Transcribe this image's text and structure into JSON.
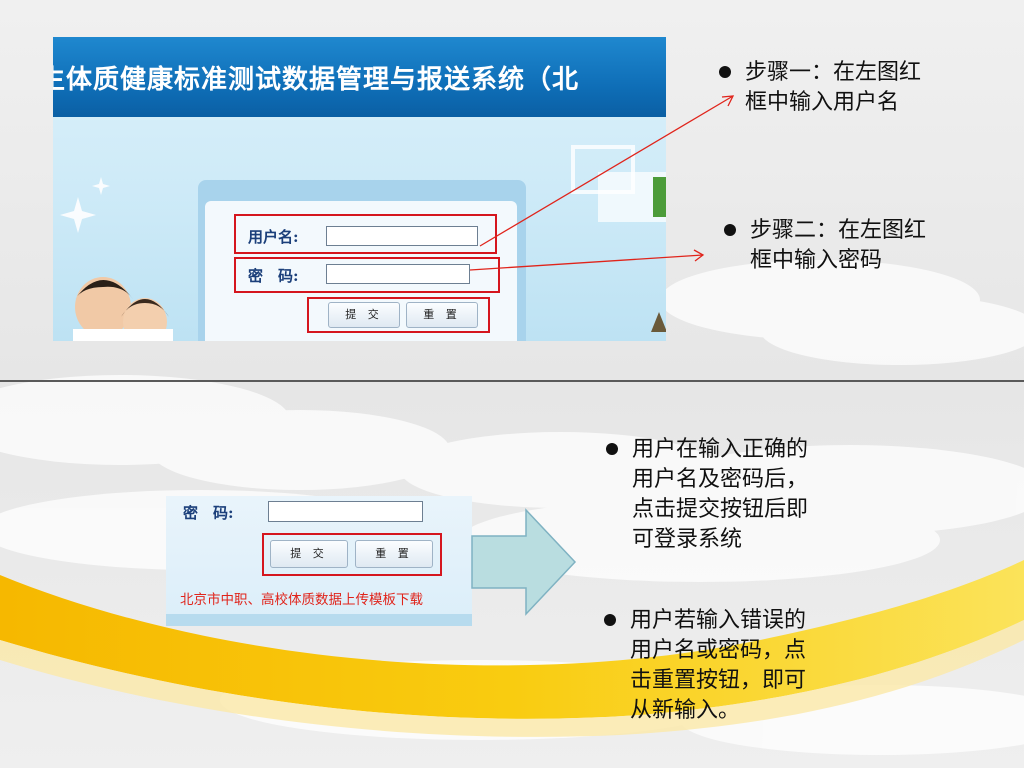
{
  "top_screenshot": {
    "banner_title": "生体质健康标准测试数据管理与报送系统（北",
    "username_label": "用户名:",
    "password_label": "密　码:",
    "submit_label": "提 交",
    "reset_label": "重 置"
  },
  "bottom_screenshot": {
    "password_label": "密　码:",
    "submit_label": "提 交",
    "reset_label": "重 置",
    "link_text": "北京市中职、高校体质数据上传模板下载"
  },
  "steps": {
    "step1": [
      "步骤一：在左图红",
      "框中输入用户名"
    ],
    "step2": [
      "步骤二：在左图红",
      "框中输入密码"
    ]
  },
  "notes": {
    "note1": [
      "用户在输入正确的",
      "用户名及密码后，",
      "点击提交按钮后即",
      "可登录系统"
    ],
    "note2": [
      "用户若输入错误的",
      "用户名或密码，点",
      "击重置按钮，即可",
      "从新输入。"
    ]
  },
  "colors": {
    "highlight_red": "#d5161e",
    "banner_blue": "#0f6fb8",
    "arrow_fill": "#b9dde0",
    "swoosh_yellow": "#f7c300",
    "link_red": "#e0241b"
  }
}
